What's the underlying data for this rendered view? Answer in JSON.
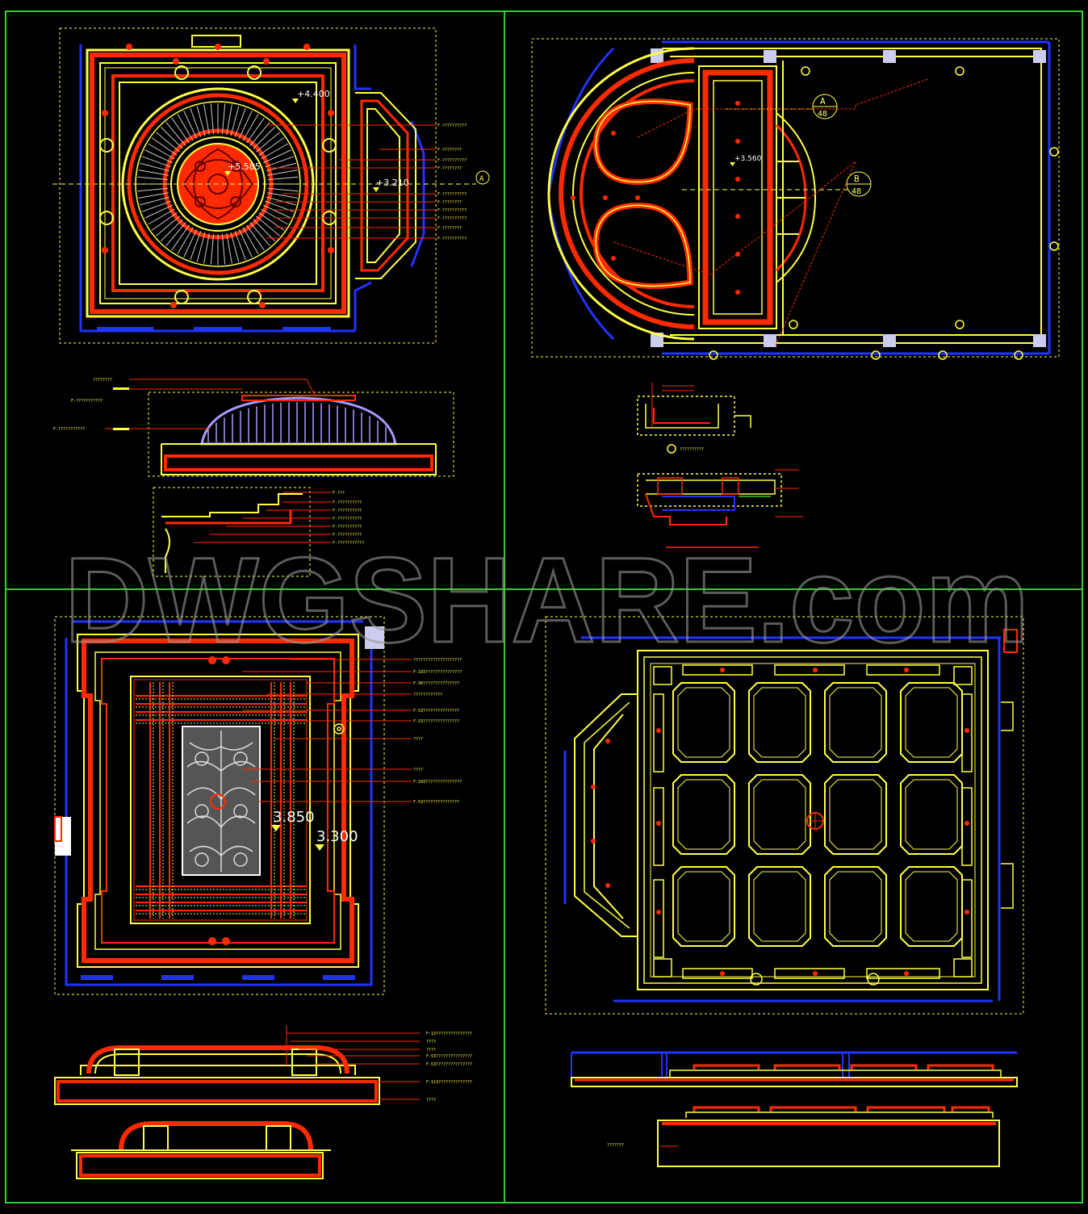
{
  "watermark": {
    "text": "DWGSHARE.com"
  },
  "colors": {
    "background": "#000000",
    "frame": "#33cc33",
    "red": "#ff2a00",
    "yellow": "#ffff44",
    "blue": "#2233ff",
    "white": "#ffffff",
    "violet": "#aa99ff"
  },
  "panels": {
    "top_left": {
      "elevations": [
        "+4.400",
        "+5.585",
        "+3.210"
      ],
      "section_marker": "A",
      "leaders": [
        "F-??????????",
        "F-????????",
        "F-??????????",
        "F-????????",
        "F-??????????",
        "F-????????",
        "F-??????????",
        "F-??????????",
        "F-????????",
        "F-??????????"
      ],
      "section_leaders": [
        "????????",
        "F-???????????",
        "F-???????????"
      ],
      "detail_leaders": [
        "F-???",
        "F-??????????",
        "F-??????????",
        "F-??????????",
        "F-??????????",
        "F-??????????",
        "F-???????????"
      ]
    },
    "top_right": {
      "elevation": "+3.560",
      "callout_a": {
        "letter": "A",
        "sheet": "48"
      },
      "callout_b": {
        "letter": "B",
        "sheet": "48"
      },
      "detail_caption": "??????????"
    },
    "bottom_left": {
      "elevations": [
        "3.850",
        "3.300"
      ],
      "leaders": [
        "????????????????????",
        "F-103???????????????",
        "F-30???????????????",
        "????????????",
        "F-53???????????????",
        "F-53???????????????",
        "????",
        "????",
        "F-103???????????????",
        "F-53???????????????"
      ],
      "section_leaders": [
        "F-13???????????????",
        "????",
        "????",
        "F-53???????????????",
        "F-53???????????????",
        "F-113??????????????",
        "????"
      ]
    },
    "bottom_right": {
      "section_caption": "???????"
    }
  }
}
